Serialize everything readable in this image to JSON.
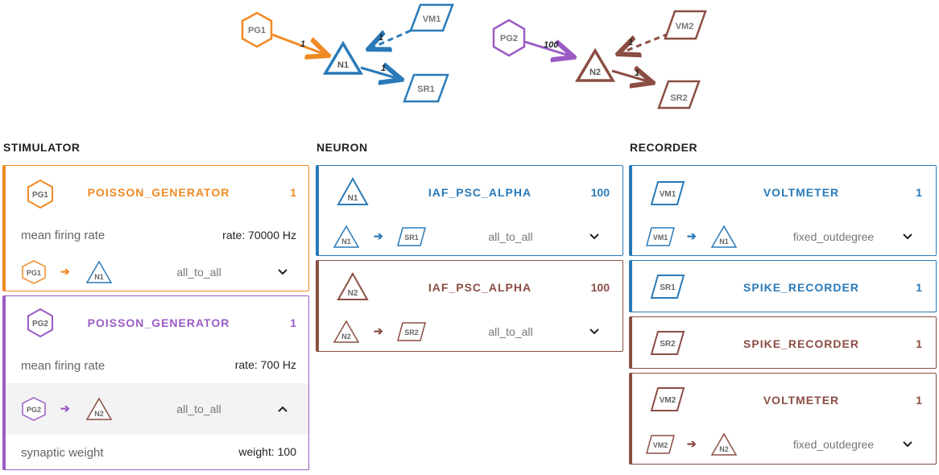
{
  "graph": {
    "nodes": [
      {
        "id": "pg1",
        "label": "PG1",
        "shape": "hexagon",
        "color": "#f08a24"
      },
      {
        "id": "n1",
        "label": "N1",
        "shape": "triangle",
        "color": "#2a7ab8"
      },
      {
        "id": "vm1",
        "label": "VM1",
        "shape": "parallelogram",
        "color": "#2a7ab8"
      },
      {
        "id": "sr1",
        "label": "SR1",
        "shape": "parallelogram",
        "color": "#2a7ab8"
      },
      {
        "id": "pg2",
        "label": "PG2",
        "shape": "hexagon",
        "color": "#9a5cc4"
      },
      {
        "id": "n2",
        "label": "N2",
        "shape": "triangle",
        "color": "#8b4e43"
      },
      {
        "id": "vm2",
        "label": "VM2",
        "shape": "parallelogram",
        "color": "#8b4e43"
      },
      {
        "id": "sr2",
        "label": "SR2",
        "shape": "parallelogram",
        "color": "#8b4e43"
      }
    ],
    "edges": [
      {
        "from": "pg1",
        "to": "n1",
        "label": "1"
      },
      {
        "from": "vm1",
        "to": "n1",
        "label": "1"
      },
      {
        "from": "n1",
        "to": "sr1",
        "label": "1"
      },
      {
        "from": "pg2",
        "to": "n2",
        "label": "100"
      },
      {
        "from": "vm2",
        "to": "n2",
        "label": "1"
      },
      {
        "from": "n2",
        "to": "sr2",
        "label": "1"
      }
    ]
  },
  "columns": {
    "stimulator": "STIMULATOR",
    "neuron": "NEURON",
    "recorder": "RECORDER"
  },
  "colors": {
    "orange": "#f08a24",
    "purple": "#9a5cc4",
    "blue": "#2a7ab8",
    "brown": "#8b4e43"
  },
  "cards": {
    "pg1": {
      "icon": "PG1",
      "model": "POISSON_GENERATOR",
      "count": "1",
      "param_label": "mean firing rate",
      "param_value": "rate: 70000 Hz",
      "conn": {
        "src": "PG1",
        "tgt": "N1",
        "rule": "all_to_all"
      }
    },
    "pg2": {
      "icon": "PG2",
      "model": "POISSON_GENERATOR",
      "count": "1",
      "param_label": "mean firing rate",
      "param_value": "rate: 700 Hz",
      "conn": {
        "src": "PG2",
        "tgt": "N2",
        "rule": "all_to_all"
      },
      "syn_label": "synaptic weight",
      "syn_value": "weight: 100"
    },
    "n1": {
      "icon": "N1",
      "model": "IAF_PSC_ALPHA",
      "count": "100",
      "conn": {
        "src": "N1",
        "tgt": "SR1",
        "rule": "all_to_all"
      }
    },
    "n2": {
      "icon": "N2",
      "model": "IAF_PSC_ALPHA",
      "count": "100",
      "conn": {
        "src": "N2",
        "tgt": "SR2",
        "rule": "all_to_all"
      }
    },
    "vm1": {
      "icon": "VM1",
      "model": "VOLTMETER",
      "count": "1",
      "conn": {
        "src": "VM1",
        "tgt": "N1",
        "rule": "fixed_outdegree"
      }
    },
    "sr1": {
      "icon": "SR1",
      "model": "SPIKE_RECORDER",
      "count": "1"
    },
    "sr2": {
      "icon": "SR2",
      "model": "SPIKE_RECORDER",
      "count": "1"
    },
    "vm2": {
      "icon": "VM2",
      "model": "VOLTMETER",
      "count": "1",
      "conn": {
        "src": "VM2",
        "tgt": "N2",
        "rule": "fixed_outdegree"
      }
    }
  },
  "icons": {
    "expand": "chevron-down-icon",
    "collapse": "chevron-up-icon",
    "connection_arrow": "arrow-right-icon"
  }
}
